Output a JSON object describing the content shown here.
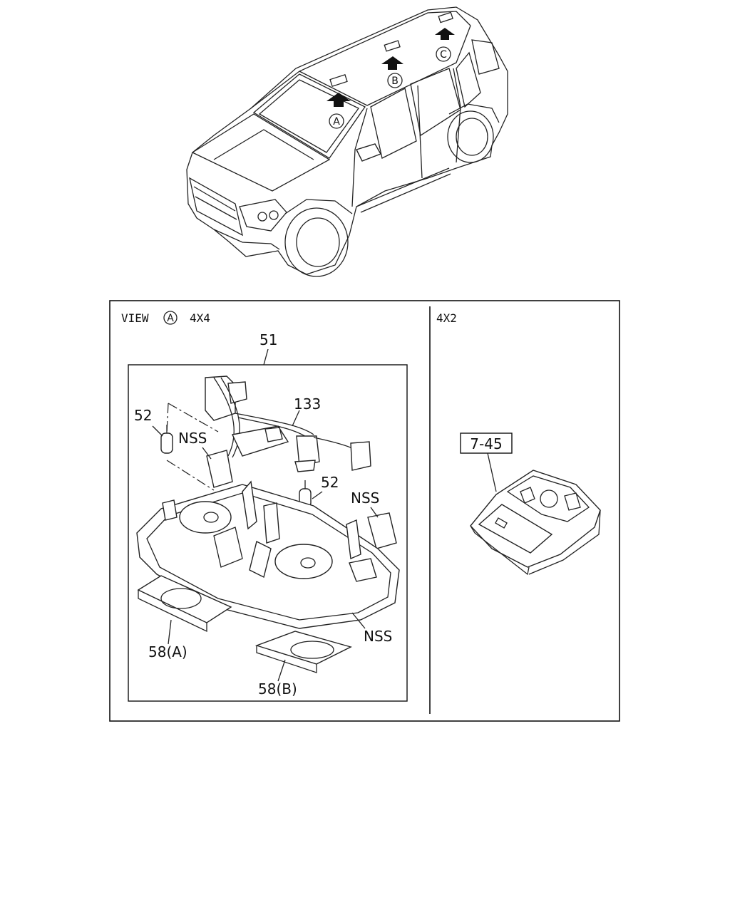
{
  "vehicle": {
    "markers": [
      "A",
      "B",
      "C"
    ]
  },
  "panel_left": {
    "title_prefix": "VIEW",
    "title_marker": "A",
    "title_suffix": "4X4",
    "callouts": {
      "assembly": "51",
      "harness": "133",
      "bulb_left": "52",
      "bulb_center": "52",
      "nss_socket": "NSS",
      "nss_connector": "NSS",
      "nss_housing": "NSS",
      "lens_a": "58(A)",
      "lens_b": "58(B)"
    }
  },
  "panel_right": {
    "title": "4X2",
    "ref_box": "7-45"
  }
}
